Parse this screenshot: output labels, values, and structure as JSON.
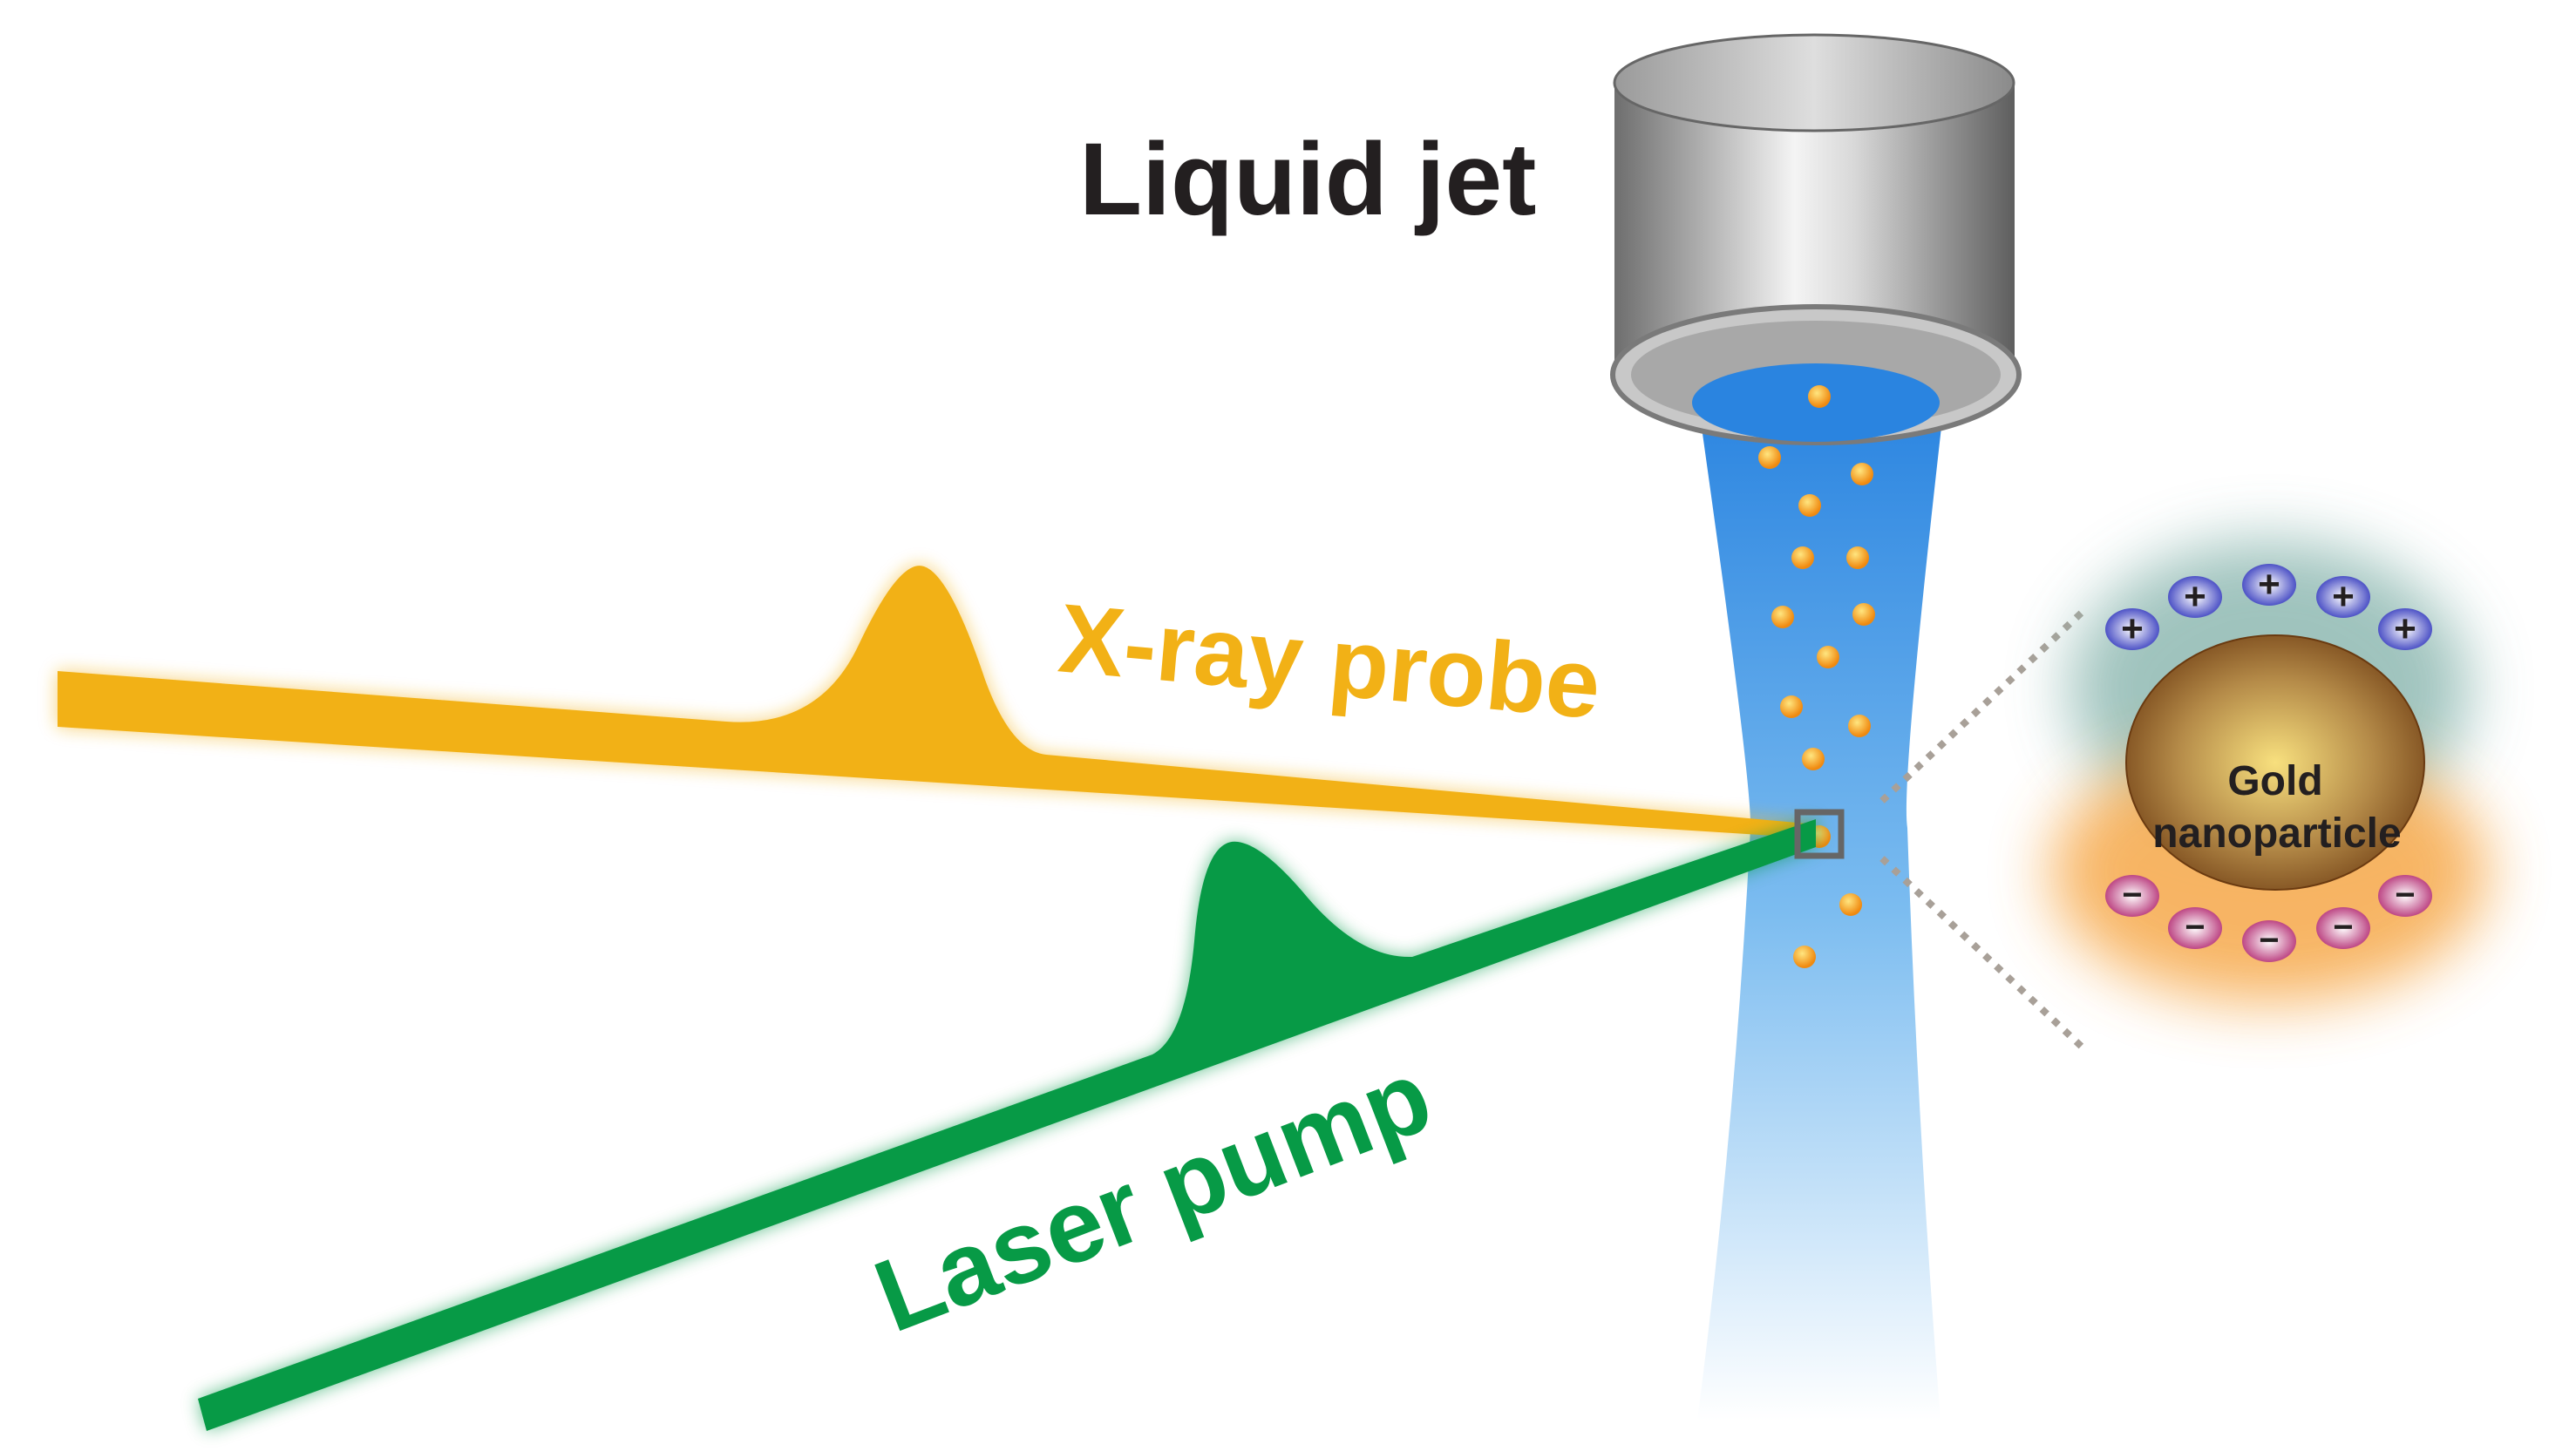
{
  "title": "Liquid jet",
  "labels": {
    "xray": "X-ray probe",
    "laser": "Laser pump",
    "particle_line1": "Gold",
    "particle_line2": "nanoparticle"
  },
  "ions": {
    "positive_sign": "+",
    "negative_sign": "−",
    "positive_count": 5,
    "negative_count": 5
  },
  "colors": {
    "xray": "#f2b116",
    "laser": "#079a46",
    "jet_top": "#2a86e0",
    "jet_bottom": "#e8f3fc",
    "title": "#231f20",
    "positive_ion": "#5158c8",
    "negative_ion": "#c04a88",
    "gold_center": "#f8e07e",
    "gold_edge": "#7a4a1c"
  }
}
